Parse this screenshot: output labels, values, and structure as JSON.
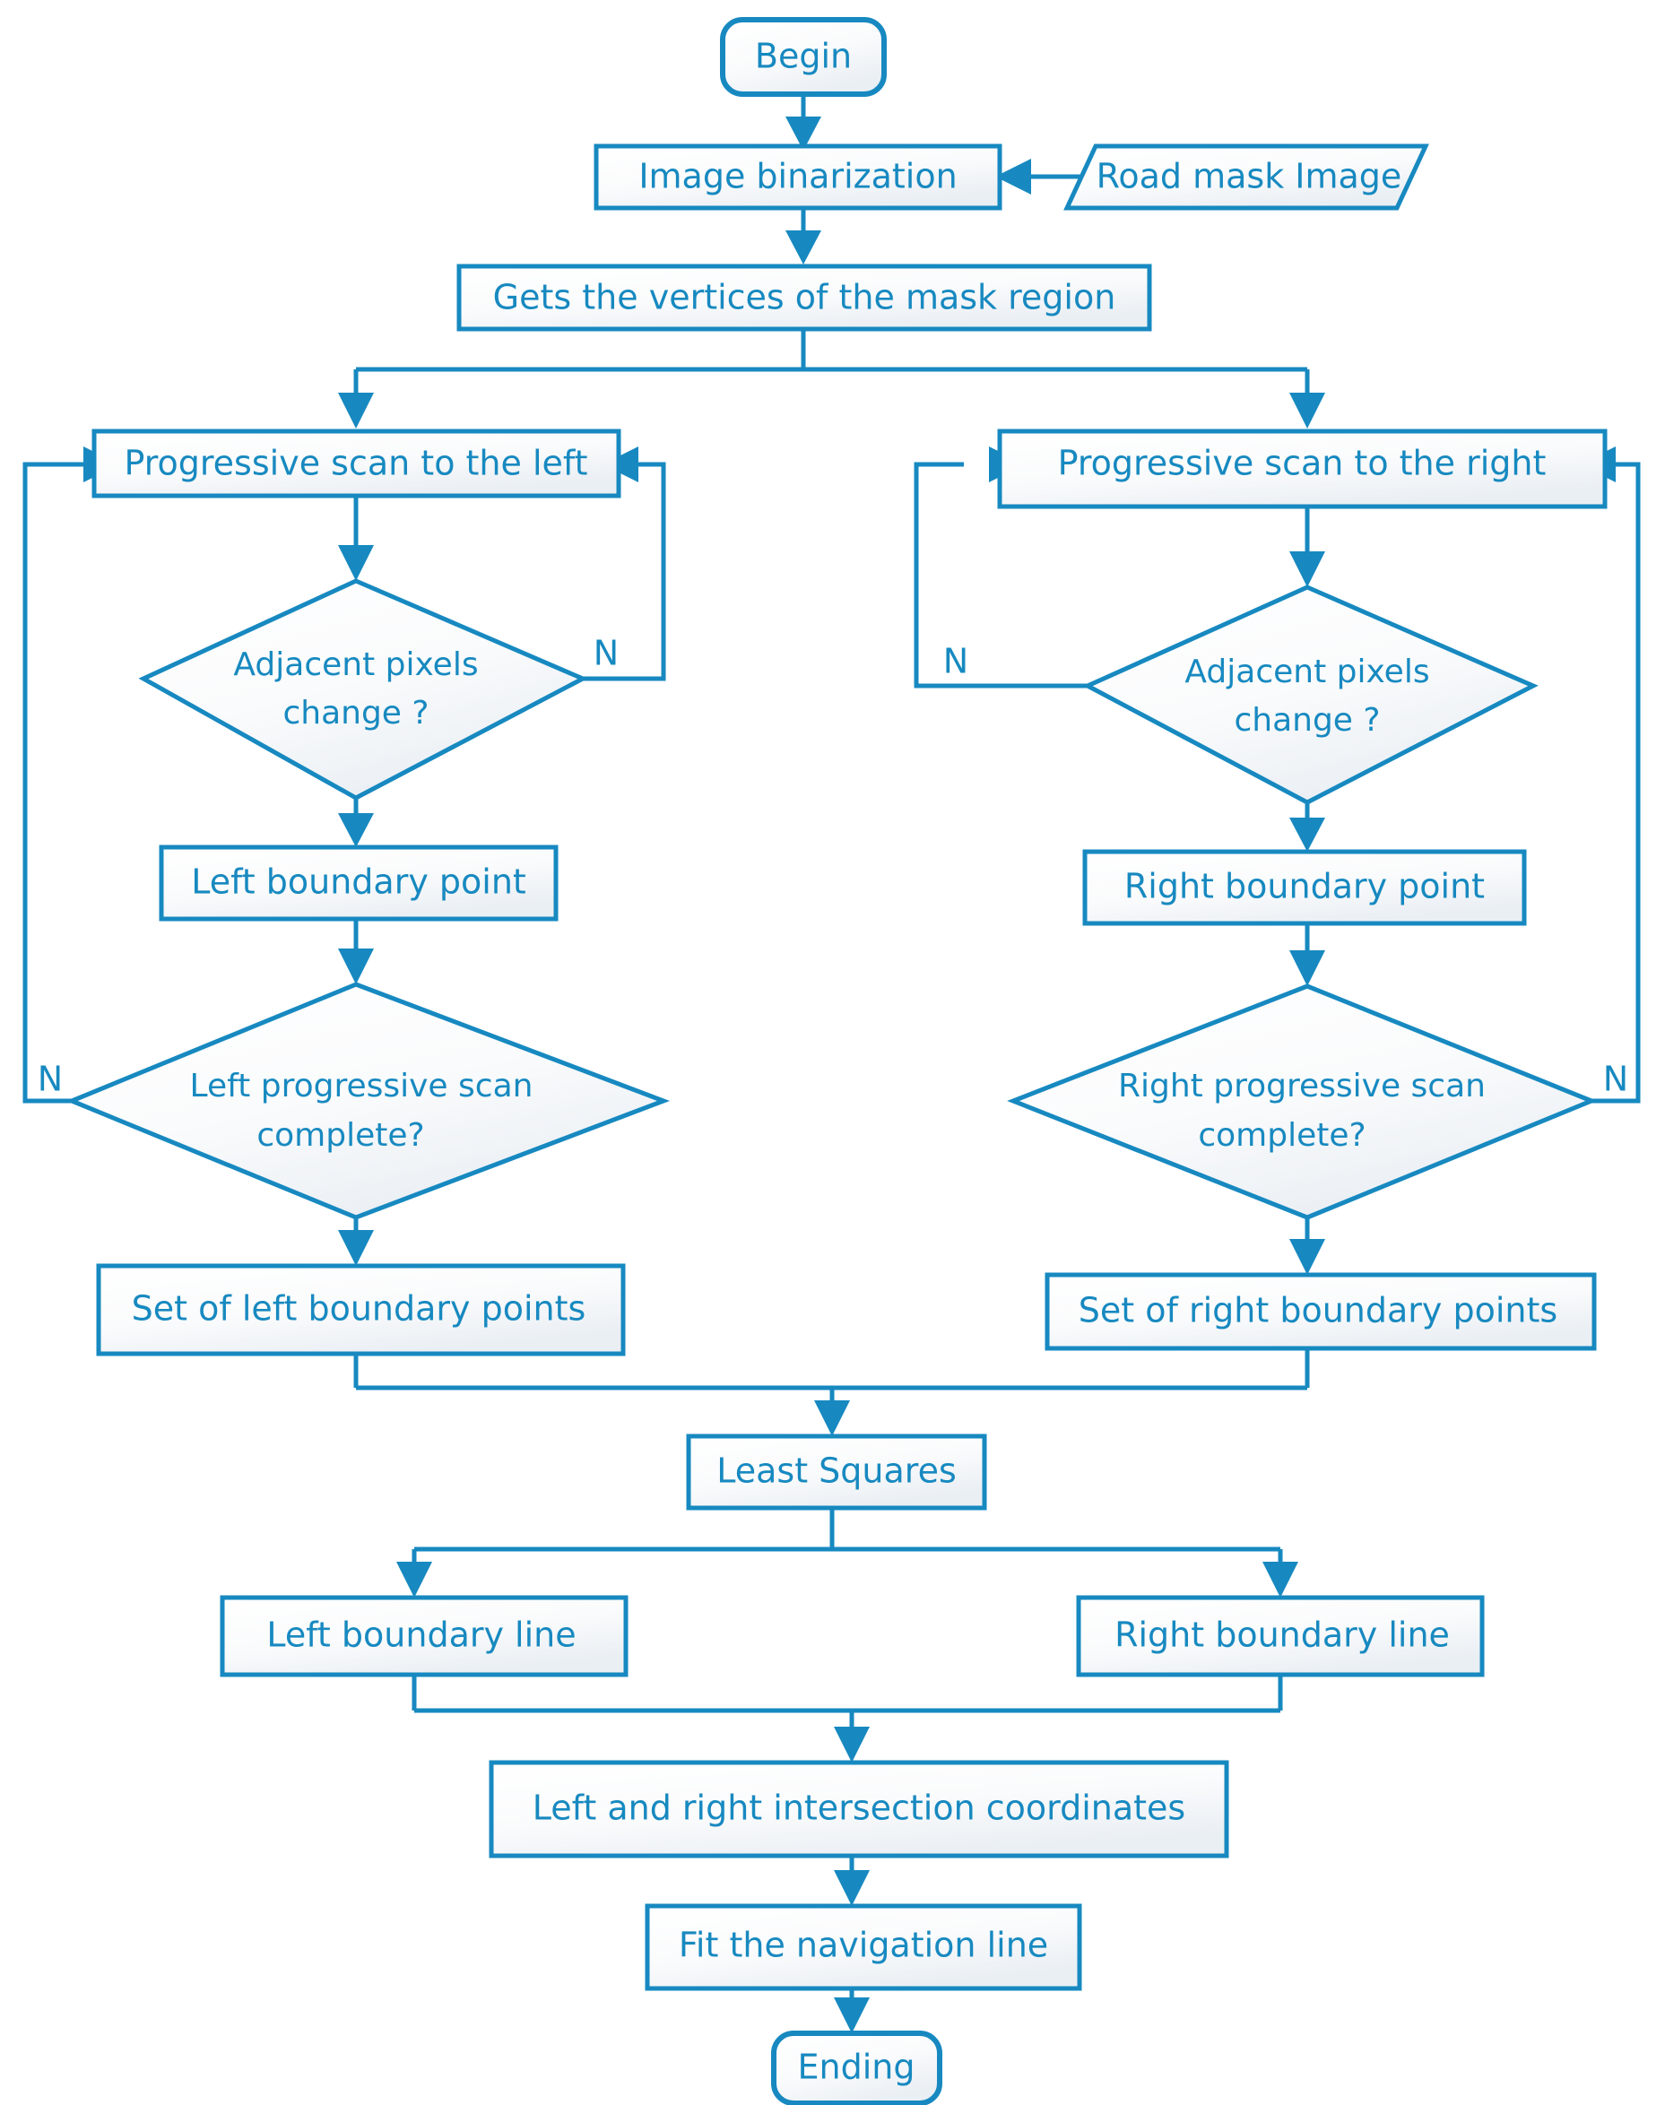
{
  "diagram": {
    "title": "Road boundary detection and navigation line fitting flowchart",
    "type": "flowchart",
    "accent_color": "#1789C0",
    "background_color": "#FFFFFF",
    "fill_color_start": "#FFFFFF",
    "fill_color_end": "#EDF1F5"
  },
  "nodes": {
    "begin": {
      "label": "Begin",
      "shape": "terminator"
    },
    "binarization": {
      "label": "Image binarization",
      "shape": "process"
    },
    "road_mask": {
      "label": "Road mask Image",
      "shape": "data-parallelogram"
    },
    "vertices": {
      "label": "Gets the vertices of the mask region",
      "shape": "process"
    },
    "scan_left": {
      "label": "Progressive scan to the left",
      "shape": "process"
    },
    "scan_right": {
      "label": "Progressive scan to the right",
      "shape": "process"
    },
    "adj_left_l1": {
      "label": "Adjacent pixels",
      "shape": "decision"
    },
    "adj_left_l2": {
      "label": "change ?",
      "shape": "decision"
    },
    "adj_right_l1": {
      "label": "Adjacent pixels",
      "shape": "decision"
    },
    "adj_right_l2": {
      "label": "change ?",
      "shape": "decision"
    },
    "left_bp": {
      "label": "Left boundary point",
      "shape": "process"
    },
    "right_bp": {
      "label": "Right boundary point",
      "shape": "process"
    },
    "left_scan_done_l1": {
      "label": "Left progressive scan",
      "shape": "decision"
    },
    "left_scan_done_l2": {
      "label": "complete?",
      "shape": "decision"
    },
    "right_scan_done_l1": {
      "label": "Right progressive scan",
      "shape": "decision"
    },
    "right_scan_done_l2": {
      "label": "complete?",
      "shape": "decision"
    },
    "set_left": {
      "label": "Set of left boundary points",
      "shape": "process"
    },
    "set_right": {
      "label": "Set of right boundary points",
      "shape": "process"
    },
    "least_squares": {
      "label": "Least Squares",
      "shape": "process"
    },
    "left_line": {
      "label": "Left boundary line",
      "shape": "process"
    },
    "right_line": {
      "label": "Right boundary line",
      "shape": "process"
    },
    "intersection": {
      "label": "Left and right intersection coordinates",
      "shape": "process"
    },
    "fit_nav": {
      "label": "Fit the navigation line",
      "shape": "process"
    },
    "ending": {
      "label": "Ending",
      "shape": "terminator"
    }
  },
  "edge_labels": {
    "adj_left_n": "N",
    "adj_right_n": "N",
    "left_done_n": "N",
    "right_done_n": "N"
  },
  "flow": [
    {
      "from": "begin",
      "to": "binarization"
    },
    {
      "from": "road_mask",
      "to": "binarization"
    },
    {
      "from": "binarization",
      "to": "vertices"
    },
    {
      "from": "vertices",
      "to": "scan_left"
    },
    {
      "from": "vertices",
      "to": "scan_right"
    },
    {
      "from": "scan_left",
      "to": "adj_left"
    },
    {
      "from": "adj_left",
      "to": "scan_left",
      "label": "N"
    },
    {
      "from": "adj_left",
      "to": "left_bp"
    },
    {
      "from": "left_bp",
      "to": "left_scan_done"
    },
    {
      "from": "left_scan_done",
      "to": "scan_left",
      "label": "N"
    },
    {
      "from": "left_scan_done",
      "to": "set_left"
    },
    {
      "from": "scan_right",
      "to": "adj_right"
    },
    {
      "from": "adj_right",
      "to": "scan_right",
      "label": "N"
    },
    {
      "from": "adj_right",
      "to": "right_bp"
    },
    {
      "from": "right_bp",
      "to": "right_scan_done"
    },
    {
      "from": "right_scan_done",
      "to": "scan_right",
      "label": "N"
    },
    {
      "from": "right_scan_done",
      "to": "set_right"
    },
    {
      "from": "set_left",
      "to": "least_squares"
    },
    {
      "from": "set_right",
      "to": "least_squares"
    },
    {
      "from": "least_squares",
      "to": "left_line"
    },
    {
      "from": "least_squares",
      "to": "right_line"
    },
    {
      "from": "left_line",
      "to": "intersection"
    },
    {
      "from": "right_line",
      "to": "intersection"
    },
    {
      "from": "intersection",
      "to": "fit_nav"
    },
    {
      "from": "fit_nav",
      "to": "ending"
    }
  ]
}
